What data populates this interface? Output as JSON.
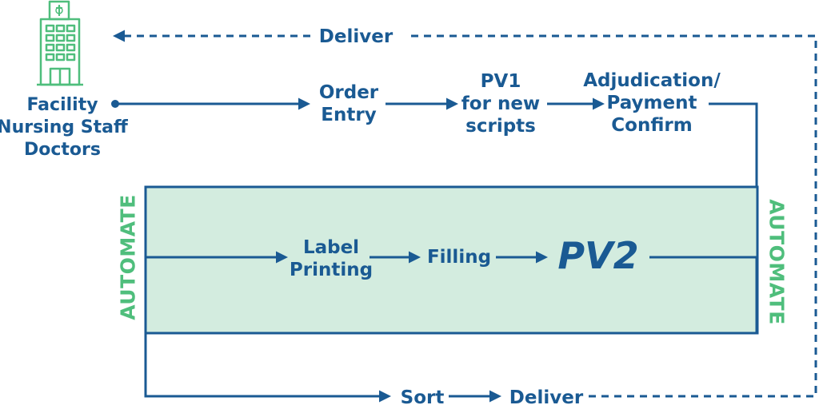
{
  "colors": {
    "flow": "#1a5a93",
    "automate": "#4fbe7c",
    "band_fill": "#d3ecdf",
    "icon": "#4fbe7c"
  },
  "icons": {
    "facility": "hospital-building-icon"
  },
  "nodes": {
    "facility": [
      "Facility",
      "Nursing Staff",
      "Doctors"
    ],
    "order_entry": [
      "Order",
      "Entry"
    ],
    "pv1": [
      "PV1",
      "for new",
      "scripts"
    ],
    "adjudication": [
      "Adjudication/",
      "Payment",
      "Confirm"
    ],
    "deliver_top": "Deliver",
    "label_printing": [
      "Label",
      "Printing"
    ],
    "filling": "Filling",
    "pv2": "PV2",
    "sort": "Sort",
    "deliver_bottom": "Deliver"
  },
  "automate": {
    "left": "AUTOMATE",
    "right": "AUTOMATE"
  }
}
